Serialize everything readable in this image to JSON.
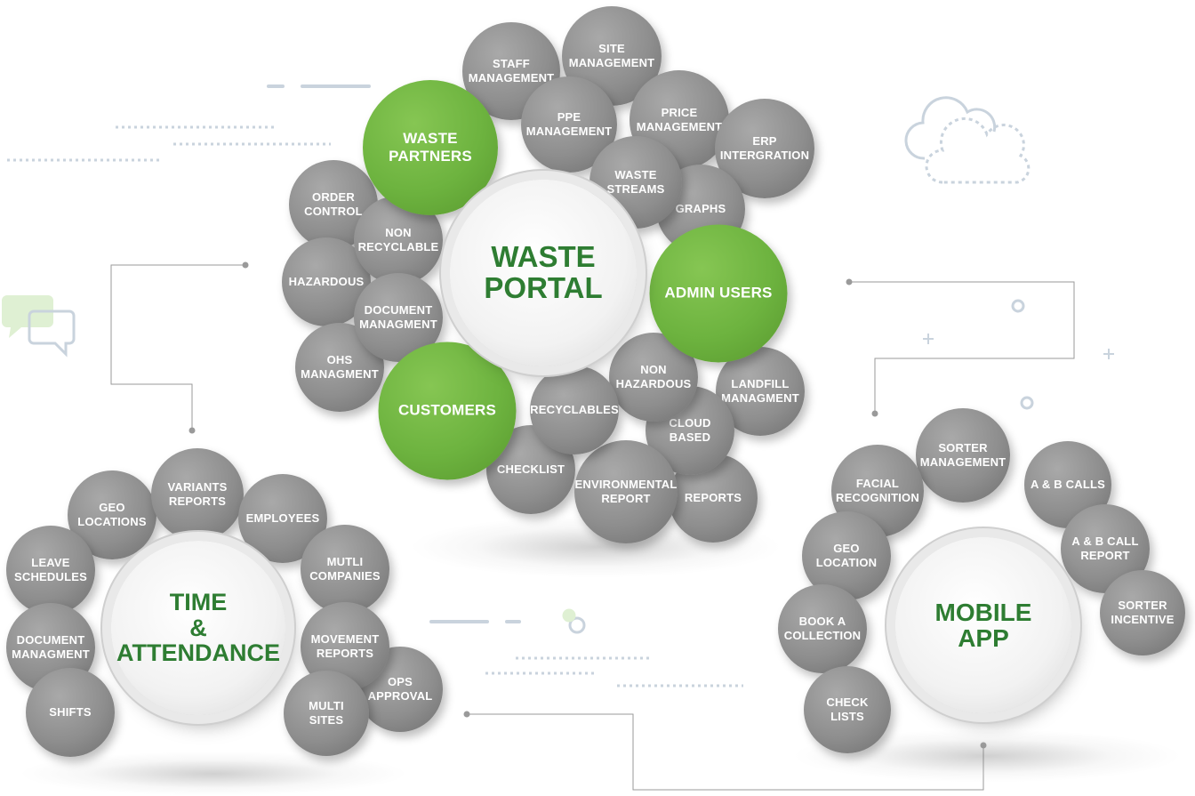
{
  "colors": {
    "accent_green": "#6db33f",
    "hub_text": "#2e7d32",
    "bubble_gray": "#8e8e8e",
    "line_gray": "#9a9a9a"
  },
  "icons": [
    "cloud-icon",
    "chat-bubbles-icon",
    "plus-icon",
    "ring-icon"
  ],
  "waste_portal": {
    "title": "WASTE\nPORTAL",
    "nodes": {
      "staff_management": "STAFF\nMANAGEMENT",
      "site_management": "SITE\nMANAGEMENT",
      "ppe_management": "PPE\nMANAGEMENT",
      "price_management": "PRICE\nMANAGEMENT",
      "erp_intergration": "ERP\nINTERGRATION",
      "waste_streams": "WASTE\nSTREAMS",
      "graphs": "GRAPHS",
      "waste_partners": "WASTE\nPARTNERS",
      "order_control": "ORDER\nCONTROL",
      "non_recyclable": "NON\nRECYCLABLE",
      "hazardous": "HAZARDOUS",
      "document_managment": "DOCUMENT\nMANAGMENT",
      "ohs_managment": "OHS\nMANAGMENT",
      "admin_users": "ADMIN USERS",
      "customers": "CUSTOMERS",
      "recyclables": "RECYCLABLES",
      "non_hazardous": "NON\nHAZARDOUS",
      "landfill_managment": "LANDFILL\nMANAGMENT",
      "cloud_based": "CLOUD\nBASED",
      "checklist": "CHECKLIST",
      "environmental_report": "ENVIRONMENTAL\nREPORT",
      "reports": "REPORTS"
    }
  },
  "time_attendance": {
    "title": "TIME\n&\nATTENDANCE",
    "nodes": {
      "geo_locations": "GEO\nLOCATIONS",
      "variants_reports": "VARIANTS\nREPORTS",
      "employees": "EMPLOYEES",
      "leave_schedules": "LEAVE\nSCHEDULES",
      "mutli_companies": "MUTLI\nCOMPANIES",
      "document_managment": "DOCUMENT\nMANAGMENT",
      "movement_reports": "MOVEMENT\nREPORTS",
      "shifts": "SHIFTS",
      "ops_approval": "OPS\nAPPROVAL",
      "multi_sites": "MULTI\nSITES"
    }
  },
  "mobile_app": {
    "title": "MOBILE\nAPP",
    "nodes": {
      "sorter_management": "SORTER\nMANAGEMENT",
      "facial_recognition": "FACIAL\nRECOGNITION",
      "ab_calls": "A & B CALLS",
      "geo_location": "GEO\nLOCATION",
      "ab_call_report": "A & B CALL\nREPORT",
      "sorter_incentive": "SORTER\nINCENTIVE",
      "book_a_collection": "BOOK A\nCOLLECTION",
      "check_lists": "CHECK\nLISTS"
    }
  }
}
